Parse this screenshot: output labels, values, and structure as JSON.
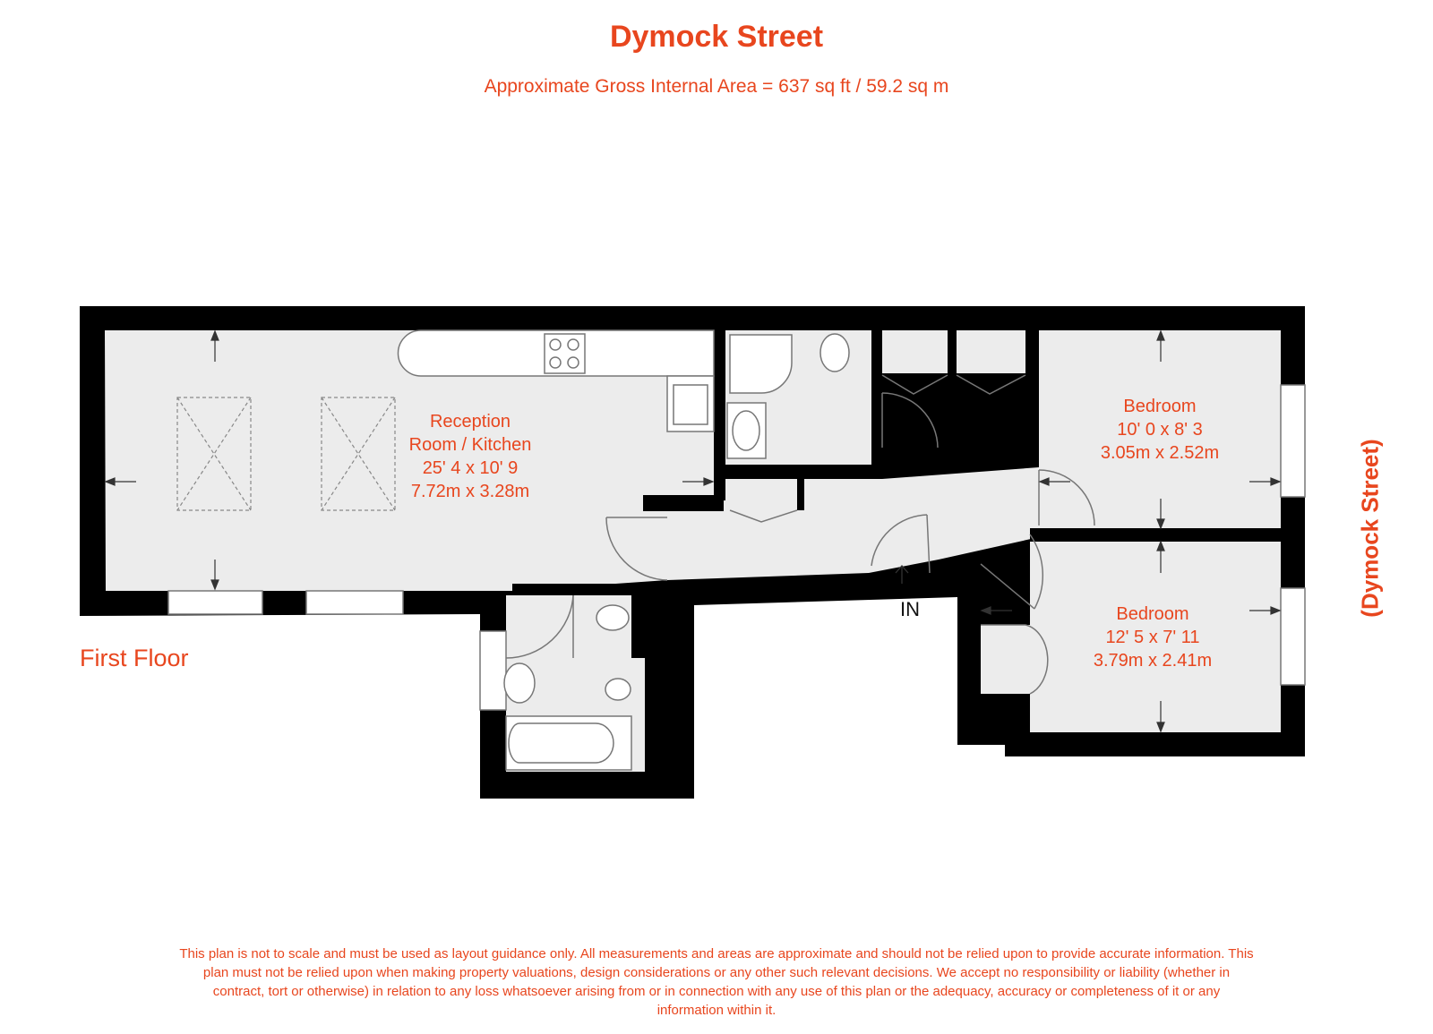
{
  "header": {
    "title": "Dymock Street",
    "subtitle": "Approximate Gross Internal Area = 637 sq ft / 59.2 sq m"
  },
  "plan": {
    "floor_label": "First Floor",
    "street_label": "(Dymock Street)",
    "entrance_label": "IN",
    "rooms": {
      "reception": {
        "line1": "Reception",
        "line2": "Room / Kitchen",
        "imperial": "25' 4 x 10' 9",
        "metric": "7.72m x 3.28m"
      },
      "bedroom1": {
        "name": "Bedroom",
        "imperial": "10' 0 x 8' 3",
        "metric": "3.05m x 2.52m"
      },
      "bedroom2": {
        "name": "Bedroom",
        "imperial": "12' 5 x 7' 11",
        "metric": "3.79m x 2.41m"
      }
    }
  },
  "footer": {
    "disclaimer": "This plan is not to scale and must be used as layout guidance only. All measurements and areas are approximate and should not be relied upon to provide accurate information. This plan must not be relied upon when making property valuations, design considerations or any other such relevant decisions. We accept no responsibility or liability (whether in contract, tort or otherwise) in relation to any loss whatsoever arising from or in connection with any use of this plan or the adequacy, accuracy or completeness of it or any information within it."
  },
  "colors": {
    "accent": "#e8461e",
    "wall": "#000000",
    "floor": "#ececec",
    "fixture": "#777777"
  }
}
